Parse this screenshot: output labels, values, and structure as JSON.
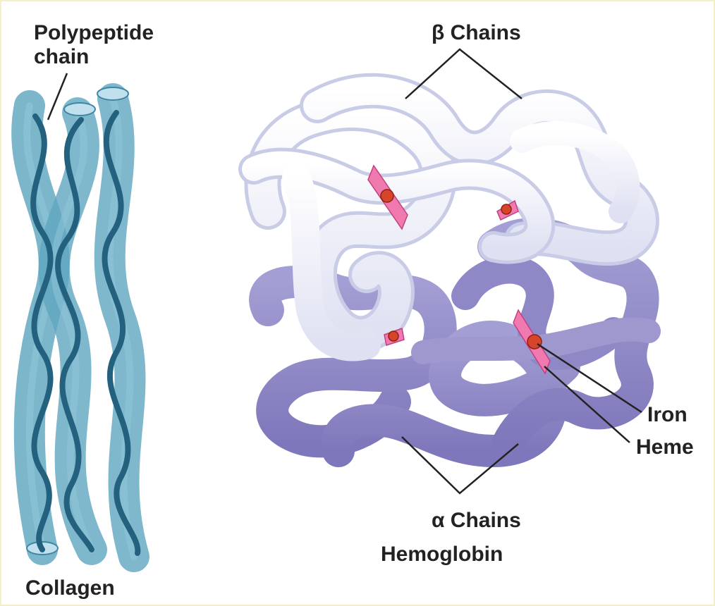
{
  "labels": {
    "polypeptide_chain": "Polypeptide\nchain",
    "beta_chains": "β Chains",
    "alpha_chains": "α Chains",
    "iron": "Iron",
    "heme": "Heme",
    "hemoglobin": "Hemoglobin",
    "collagen": "Collagen"
  },
  "colors": {
    "collagen_tube": "#5fa6bf",
    "collagen_ribbon": "#23617e",
    "beta_chain": "#e6e8f5",
    "alpha_chain": "#8f88c6",
    "heme_plane": "#f07ab0",
    "iron": "#d6452a"
  },
  "icons": [
    "collagen-triple-helix",
    "hemoglobin-molecule",
    "heme-group"
  ]
}
